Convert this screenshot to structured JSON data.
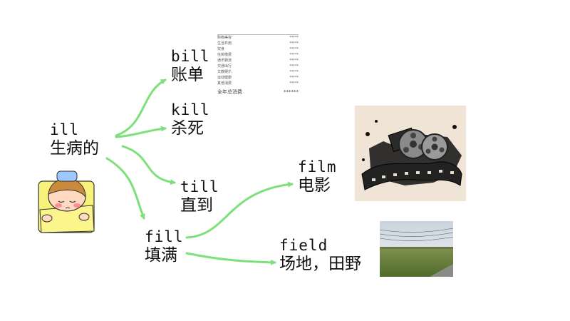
{
  "colors": {
    "arrow": "#7de07d",
    "text": "#111111"
  },
  "root": {
    "en": "ill",
    "zh": "生病的"
  },
  "words": {
    "bill": {
      "en": "bill",
      "zh": "账单"
    },
    "kill": {
      "en": "kill",
      "zh": "杀死"
    },
    "till": {
      "en": "till",
      "zh": "直到"
    },
    "fill": {
      "en": "fill",
      "zh": "填满"
    },
    "film": {
      "en": "film",
      "zh": "电影"
    },
    "field": {
      "en": "field",
      "zh": "场地，田野"
    }
  },
  "bill_table": {
    "rows": [
      {
        "label": "购物美容",
        "value": "*****"
      },
      {
        "label": "生活日用",
        "value": "*****"
      },
      {
        "label": "饮食",
        "value": "*****"
      },
      {
        "label": "住房缴费",
        "value": "*****"
      },
      {
        "label": "通讯物流",
        "value": "*****"
      },
      {
        "label": "交通出行",
        "value": "*****"
      },
      {
        "label": "文教娱乐",
        "value": "*****"
      },
      {
        "label": "运动健康",
        "value": "*****"
      },
      {
        "label": "其他消费",
        "value": "*****"
      }
    ],
    "total_label": "全年总消费",
    "total_value": "******"
  },
  "icons": {
    "sick": "sick-child-illustration",
    "film": "film-reel-illustration",
    "field": "field-photo"
  }
}
